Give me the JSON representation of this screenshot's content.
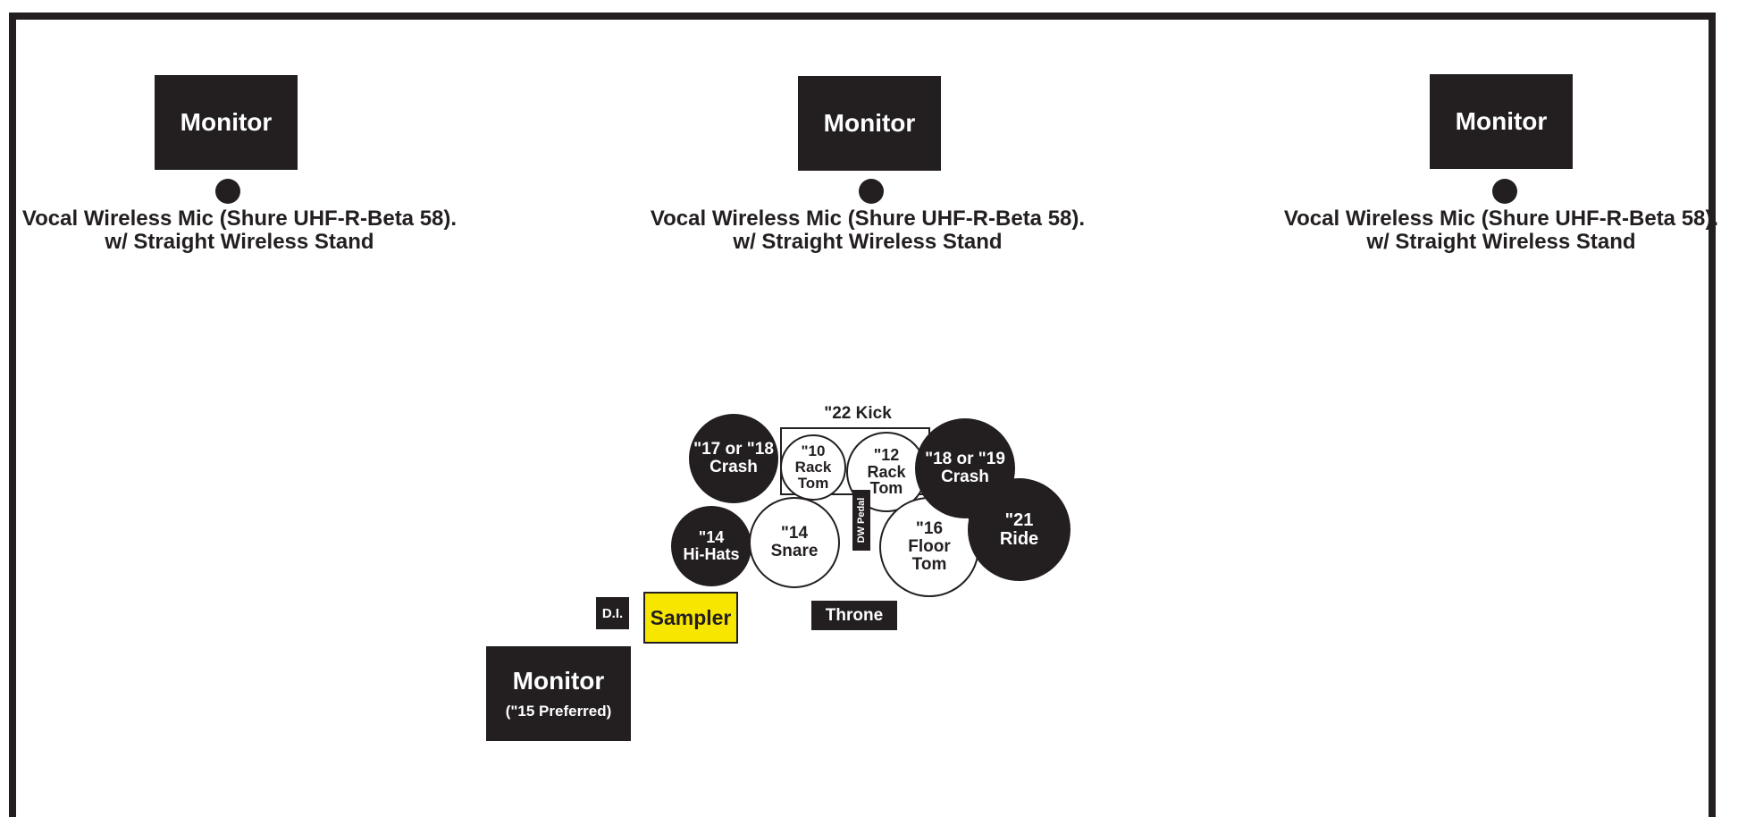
{
  "stage_plot": {
    "front_positions": [
      {
        "monitor_label": "Monitor",
        "mic_line1": "Vocal Wireless Mic (Shure UHF-R-Beta 58).",
        "mic_line2": "w/ Straight Wireless Stand"
      },
      {
        "monitor_label": "Monitor",
        "mic_line1": "Vocal Wireless Mic (Shure UHF-R-Beta 58).",
        "mic_line2": "w/ Straight Wireless Stand"
      },
      {
        "monitor_label": "Monitor",
        "mic_line1": "Vocal Wireless Mic (Shure UHF-R-Beta 58).",
        "mic_line2": "w/ Straight Wireless Stand"
      }
    ],
    "drum_kit": {
      "kick_label": "\"22 Kick",
      "crash_left": {
        "line1": "\"17 or \"18",
        "line2": "Crash"
      },
      "rack_tom_10": {
        "line1": "\"10",
        "line2": "Rack",
        "line3": "Tom"
      },
      "rack_tom_12": {
        "line1": "\"12",
        "line2": "Rack",
        "line3": "Tom"
      },
      "crash_right": {
        "line1": "\"18 or \"19",
        "line2": "Crash"
      },
      "hi_hats": {
        "line1": "\"14",
        "line2": "Hi-Hats"
      },
      "snare": {
        "line1": "\"14",
        "line2": "Snare"
      },
      "floor_tom": {
        "line1": "\"16",
        "line2": "Floor",
        "line3": "Tom"
      },
      "ride": {
        "line1": "\"21",
        "line2": "Ride"
      },
      "pedal_label": "DW Pedal",
      "throne_label": "Throne"
    },
    "di_label": "D.I.",
    "sampler_label": "Sampler",
    "sampler_color": "#f7e600",
    "drum_monitor": {
      "title": "Monitor",
      "subtitle": "(\"15 Preferred)"
    },
    "ink_color": "#231f20"
  }
}
